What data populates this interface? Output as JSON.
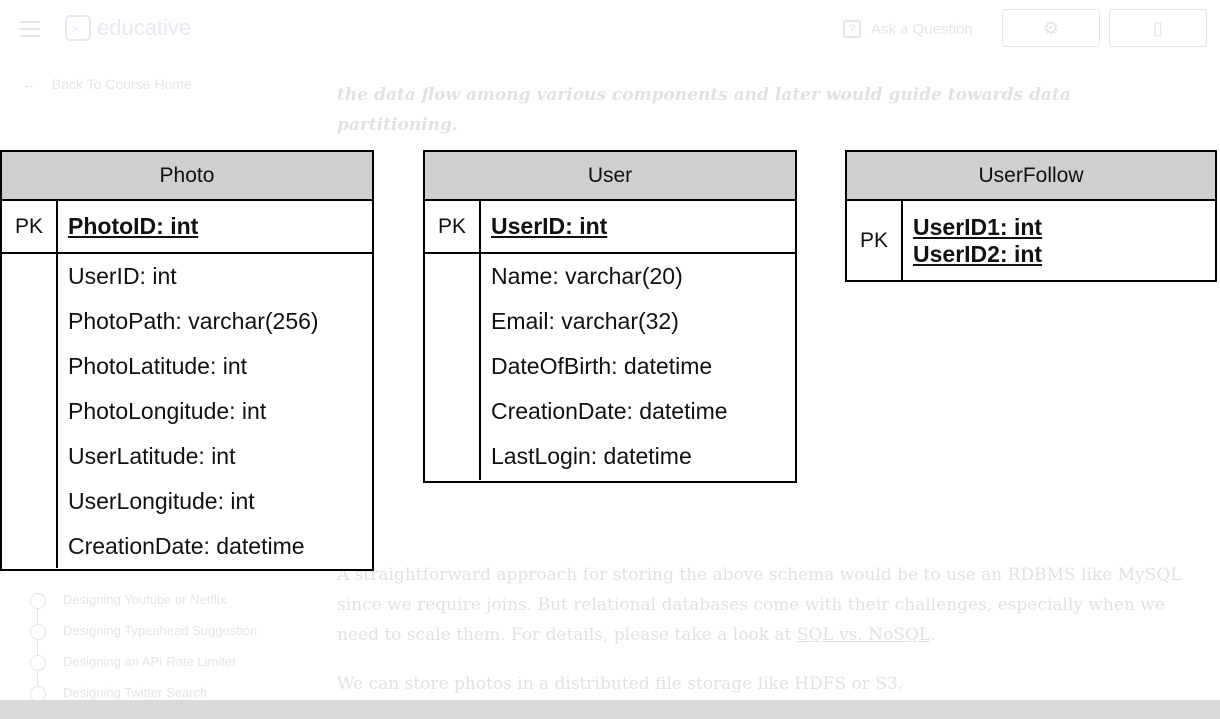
{
  "header": {
    "logo_text": "educative",
    "ask_label": "Ask a Question"
  },
  "nav": {
    "back_label": "Back To Course Home"
  },
  "content": {
    "para1_italic": "the data flow among various components and later would guide towards data partitioning.",
    "para_bottom1": "A straightforward approach for storing the above schema would be to use an RDBMS like MySQL since we require joins. But relational databases come with their challenges, especially when we need to scale them. For details, please take a look at",
    "para_bottom1_link": "SQL vs. NoSQL",
    "para_bottom2": "We can store photos in a distributed file storage like HDFS or S3."
  },
  "toc": {
    "items": [
      "Designing Youtube or Netflix",
      "Designing Typeahead Suggestion",
      "Designing an API Rate Limiter",
      "Designing Twitter Search"
    ]
  },
  "diagram": {
    "pk_label": "PK",
    "photo": {
      "name": "Photo",
      "keys": [
        "PhotoID: int"
      ],
      "fields": [
        "UserID: int",
        "PhotoPath: varchar(256)",
        "PhotoLatitude: int",
        "PhotoLongitude: int",
        "UserLatitude: int",
        "UserLongitude: int",
        "CreationDate: datetime"
      ]
    },
    "user": {
      "name": "User",
      "keys": [
        "UserID: int"
      ],
      "fields": [
        "Name: varchar(20)",
        "Email: varchar(32)",
        "DateOfBirth: datetime",
        "CreationDate: datetime",
        "LastLogin: datetime"
      ]
    },
    "userfollow": {
      "name": "UserFollow",
      "keys": [
        "UserID1: int",
        "UserID2: int"
      ],
      "fields": []
    }
  },
  "icons": {
    "menu": "hamburger-icon",
    "settings": "gear-icon",
    "clipboard": "clipboard-icon",
    "ask": "question-icon",
    "back": "arrow-left-icon"
  }
}
